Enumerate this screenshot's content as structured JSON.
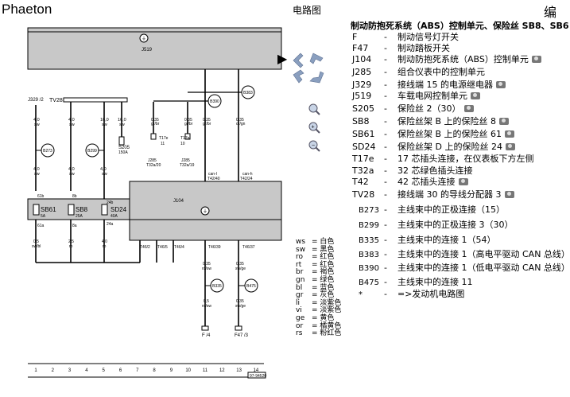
{
  "header": {
    "model": "Phaeton",
    "diagram_title": "电路图",
    "corner_char": "编"
  },
  "diagram": {
    "module_j519": {
      "label": "J519"
    },
    "module_j104": {
      "label": "J104"
    },
    "tv28": "TV28",
    "j329": "J329 /2",
    "wires": [
      {
        "size": "4,0",
        "color": "sw"
      },
      {
        "size": "4,0",
        "color": "sw"
      },
      {
        "size": "16,0",
        "color": "sw"
      },
      {
        "size": "16,0",
        "color": "sw"
      }
    ],
    "wires_lower_left": [
      {
        "size": "4,0",
        "color": "sw"
      },
      {
        "size": "4,0",
        "color": "sw"
      },
      {
        "size": "4,0",
        "color": "sw"
      }
    ],
    "wires_bottom_left": [
      {
        "size": "0,5",
        "color": "sw/bl"
      },
      {
        "size": "2,5",
        "color": "ro"
      },
      {
        "size": "4,0",
        "color": "ro"
      }
    ],
    "s205": {
      "name": "S205",
      "rating": "150A"
    },
    "t17e": {
      "name": "T17e",
      "pin": "11"
    },
    "t17w": {
      "name": "T17w",
      "pin": "10"
    },
    "wire_035_a": {
      "size": "0,35",
      "color": "gr/br"
    },
    "wire_035_b": {
      "size": "0,35",
      "color": "gr/br"
    },
    "wire_035_c": {
      "size": "0,35",
      "color": "gr/br"
    },
    "wire_035_d": {
      "size": "0,35",
      "color": "or/gn"
    },
    "j285_a": {
      "name": "J285",
      "pin": "T32a/20"
    },
    "j285_b": {
      "name": "J285",
      "pin": "T32a/19"
    },
    "can_l": {
      "name": "can-l",
      "pin": "T42/40"
    },
    "can_h": {
      "name": "can-h",
      "pin": "T42/24"
    },
    "sb61": {
      "name": "SB61",
      "rating": "5A",
      "pin_top": "61b",
      "pin_bottom": "61a"
    },
    "sb8": {
      "name": "SB8",
      "rating": "25A",
      "pin_top": "8b",
      "pin_bottom": "8a"
    },
    "sd24": {
      "name": "SD24",
      "rating": "40A",
      "pin_top": "24b",
      "pin_bottom": "24a"
    },
    "b273": "B273",
    "b299": "B299",
    "b390": "B390",
    "b383": "B383",
    "b335": "B335",
    "b475": "B475",
    "j104_pins": [
      "T46/2",
      "T46/5",
      "T46/4",
      "T46/39",
      "T46/37"
    ],
    "lower_wire_1": {
      "size": "0,35",
      "color": "ro/sw"
    },
    "lower_wire_2": {
      "size": "0,35",
      "color": "sw/ge"
    },
    "lower_wire_3": {
      "size": "0,5",
      "color": "ro/sw"
    },
    "lower_wire_4": {
      "size": "0,35",
      "color": "sw/ge"
    },
    "f_label": "F /4",
    "f47_label": "F47 /3",
    "grid_numbers": [
      "1",
      "2",
      "3",
      "4",
      "5",
      "6",
      "7",
      "8",
      "9",
      "10",
      "11",
      "12",
      "13",
      "14"
    ],
    "diagram_id": "97-94520"
  },
  "nav": {
    "arrow_right": "▶",
    "arrows": [
      "up-left",
      "up-right",
      "down-left",
      "down-right"
    ],
    "zoom": [
      "zoom-fit-icon",
      "zoom-in-icon",
      "zoom-out-icon"
    ]
  },
  "legend": {
    "title": "制动防抱死系统（ABS）控制单元、保险丝 SB8、SB6",
    "items": [
      {
        "code": "F",
        "text": "制动信号灯开关",
        "cam": false,
        "small": false
      },
      {
        "code": "F47",
        "text": "制动踏板开关",
        "cam": false,
        "small": false
      },
      {
        "code": "J104",
        "text": "制动防抱死系统（ABS）控制单元",
        "cam": true,
        "small": false
      },
      {
        "code": "J285",
        "text": "组合仪表中的控制单元",
        "cam": false,
        "small": false
      },
      {
        "code": "J329",
        "text": "接线端 15 的电源继电器",
        "cam": true,
        "small": false
      },
      {
        "code": "J519",
        "text": "车载电网控制单元",
        "cam": true,
        "small": false
      },
      {
        "code": "S205",
        "text": "保险丝 2（30）",
        "cam": true,
        "small": false
      },
      {
        "code": "SB8",
        "text": "保险丝架 B 上的保险丝 8",
        "cam": true,
        "small": false
      },
      {
        "code": "SB61",
        "text": "保险丝架 B 上的保险丝 61",
        "cam": true,
        "small": false
      },
      {
        "code": "SD24",
        "text": "保险丝架 D 上的保险丝 24",
        "cam": true,
        "small": false
      },
      {
        "code": "T17e",
        "text": "17 芯插头连接，在仪表板下方左侧",
        "cam": false,
        "small": false
      },
      {
        "code": "T32a",
        "text": "32 芯绿色插头连接",
        "cam": false,
        "small": false
      },
      {
        "code": "T42",
        "text": "42 芯插头连接",
        "cam": true,
        "small": false
      },
      {
        "code": "TV28",
        "text": "接线端 30 的导线分配器 3",
        "cam": true,
        "small": false
      },
      {
        "code": "B273",
        "text": "主线束中的正极连接（15）",
        "cam": false,
        "small": true
      },
      {
        "code": "B299",
        "text": "主线束中的正极连接 3（30）",
        "cam": false,
        "small": true
      },
      {
        "code": "B335",
        "text": "主线束中的连接 1（54）",
        "cam": false,
        "small": true
      },
      {
        "code": "B383",
        "text": "主线束中的连接 1（高电平驱动 CAN 总线）",
        "cam": false,
        "small": true
      },
      {
        "code": "B390",
        "text": "主线束中的连接 1（低电平驱动 CAN 总线）",
        "cam": false,
        "small": true
      },
      {
        "code": "B475",
        "text": "主线束中的连接 11",
        "cam": false,
        "small": true
      },
      {
        "code": "*",
        "text": "=>发动机电路图",
        "cam": false,
        "small": true
      }
    ]
  },
  "color_codes": [
    {
      "code": "ws",
      "name": "白色"
    },
    {
      "code": "sw",
      "name": "黑色"
    },
    {
      "code": "ro",
      "name": "红色"
    },
    {
      "code": "rt",
      "name": "红色"
    },
    {
      "code": "br",
      "name": "褐色"
    },
    {
      "code": "gn",
      "name": "绿色"
    },
    {
      "code": "bl",
      "name": "蓝色"
    },
    {
      "code": "gr",
      "name": "灰色"
    },
    {
      "code": "li",
      "name": "淡紫色"
    },
    {
      "code": "vi",
      "name": "淡紫色"
    },
    {
      "code": "ge",
      "name": "黄色"
    },
    {
      "code": "or",
      "name": "橘黄色"
    },
    {
      "code": "rs",
      "name": "粉红色"
    }
  ],
  "colors": {
    "module_fill": "#c8c8c8",
    "wire": "#000000",
    "nav_icon": "#8a9fbf"
  }
}
